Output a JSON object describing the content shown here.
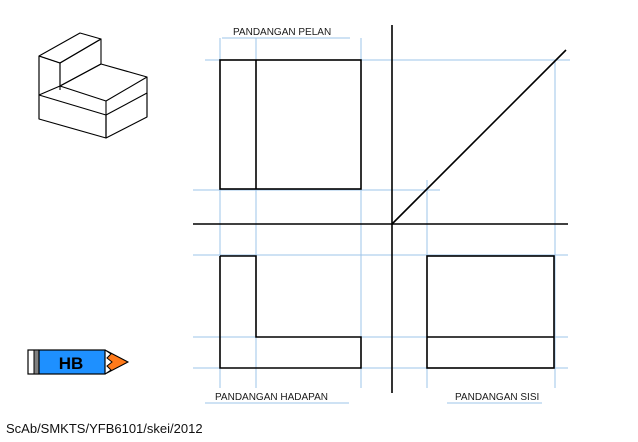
{
  "labels": {
    "plan_view": "PANDANGAN PELAN",
    "front_view": "PANDANGAN HADAPAN",
    "side_view": "PANDANGAN SISI"
  },
  "pencil": {
    "grade": "HB",
    "body_color": "#1e90ff",
    "tip_color": "#ff7a1a",
    "text_color": "#000000"
  },
  "credit": "ScAb/SMKTS/YFB6101/skei/2012",
  "colors": {
    "object_line": "#000000",
    "projection_line": "#9ec4ea",
    "axis_line": "#000000"
  }
}
